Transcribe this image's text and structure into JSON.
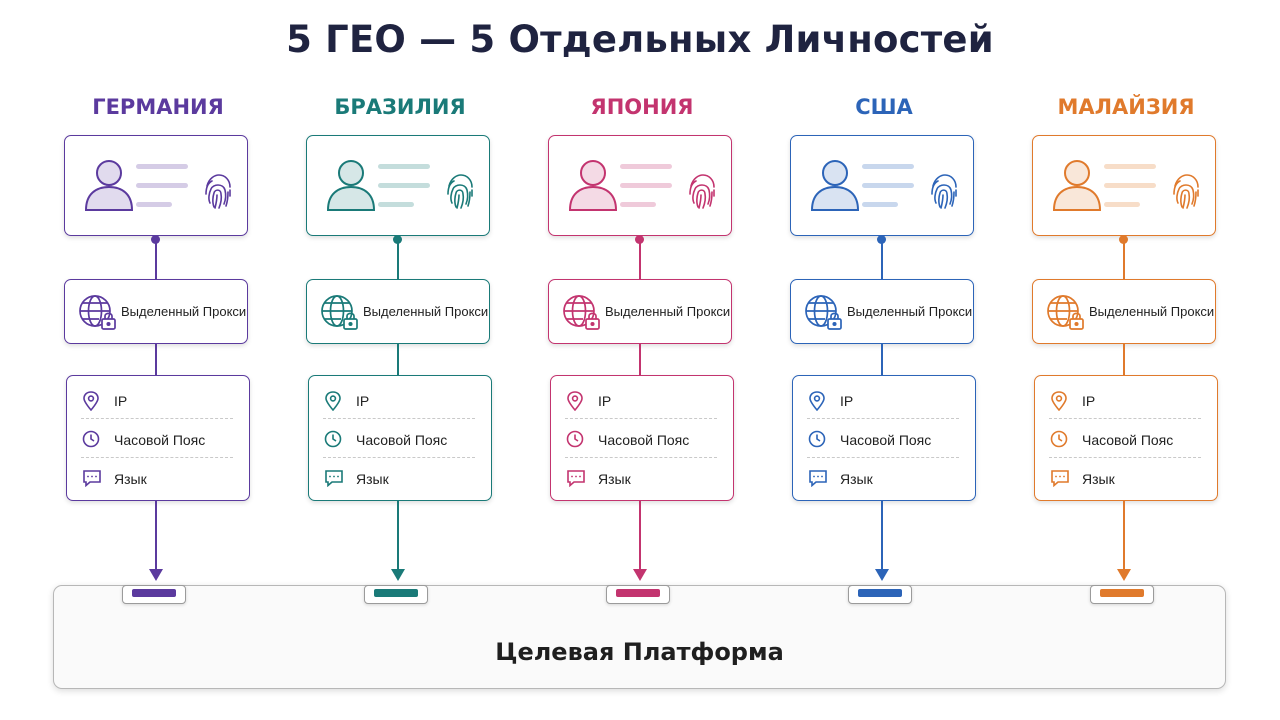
{
  "title": "5 ГЕО — 5 Отдельных Личностей",
  "proxy_label": "Выделенный Прокси",
  "properties": [
    "IP",
    "Часовой Пояс",
    "Язык"
  ],
  "platform_label": "Целевая Платформа",
  "geos": [
    {
      "name": "ГЕРМАНИЯ",
      "color": "#5b3a9e"
    },
    {
      "name": "БРАЗИЛИЯ",
      "color": "#1a7a78"
    },
    {
      "name": "ЯПОНИЯ",
      "color": "#c3346f"
    },
    {
      "name": "США",
      "color": "#2c64b8"
    },
    {
      "name": "МАЛАЙЗИЯ",
      "color": "#e07a2c"
    }
  ],
  "icons": {
    "identity": "avatar-icon",
    "fingerprint": "fingerprint-icon",
    "proxy": "globe-lock-icon",
    "properties": [
      "location-pin-icon",
      "clock-icon",
      "chat-bubble-icon"
    ]
  }
}
